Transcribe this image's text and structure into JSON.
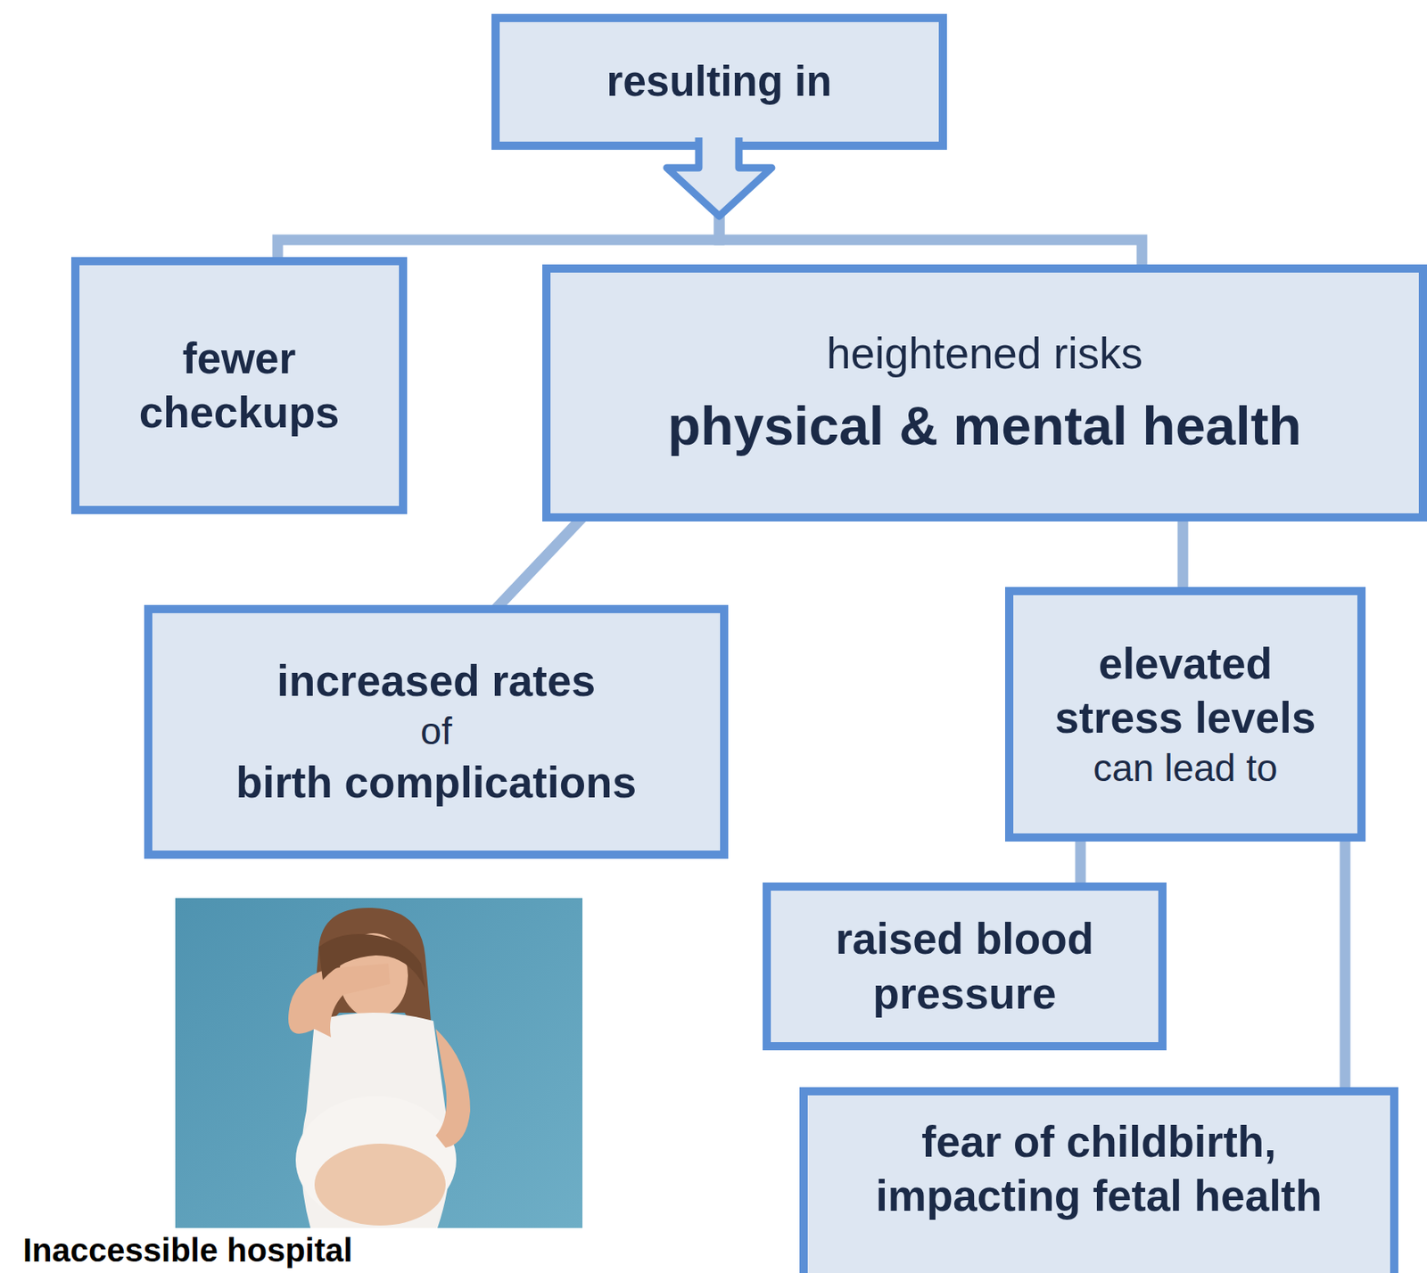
{
  "diagram": {
    "nodes": [
      {
        "text": [
          "resulting in"
        ]
      },
      {
        "text": [
          "fewer checkups"
        ]
      },
      {
        "text": [
          "heightened risks",
          "physical & mental health"
        ]
      },
      {
        "text": [
          "increased rates",
          "of",
          "birth complications"
        ]
      },
      {
        "text": [
          "elevated stress levels",
          "can lead to"
        ]
      },
      {
        "text": [
          "raised blood pressure"
        ]
      },
      {
        "text": [
          "fear of childbirth, impacting fetal health"
        ]
      }
    ],
    "edges": [
      {
        "from": 0,
        "to": 1,
        "arrow": "none"
      },
      {
        "from": 0,
        "to": 2,
        "arrow": "none"
      },
      {
        "from": 2,
        "to": 3,
        "arrow": "none"
      },
      {
        "from": 2,
        "to": 4,
        "arrow": "none"
      },
      {
        "from": 4,
        "to": 5,
        "arrow": "none"
      },
      {
        "from": 4,
        "to": 6,
        "arrow": "none"
      }
    ],
    "labels": [
      "Inaccessible hospital"
    ]
  }
}
